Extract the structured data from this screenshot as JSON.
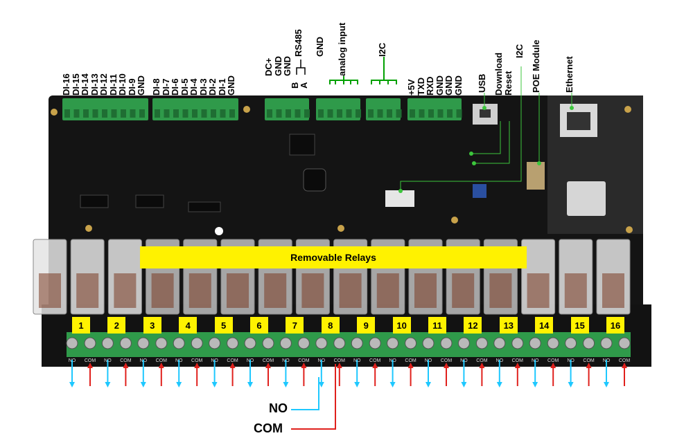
{
  "top_labels": {
    "di_high": [
      "DI-16",
      "DI-15",
      "DI-14",
      "DI-13",
      "DI-12",
      "DI-11",
      "DI-10",
      "DI-9",
      "GND"
    ],
    "di_low": [
      "DI-8",
      "DI-7",
      "DI-6",
      "DI-5",
      "DI-4",
      "DI-3",
      "DI-2",
      "DI-1",
      "GND"
    ],
    "power": [
      "DC+",
      "GND",
      "GND"
    ],
    "rs485": "RS485",
    "rs485_b": "B",
    "rs485_a": "A",
    "gnd": "GND",
    "analog": "analog input",
    "i2c_left": "I2C",
    "serial": [
      "+5V",
      "TXD",
      "RXD",
      "GND",
      "GND",
      "GND"
    ],
    "usb": "USB",
    "download": "Download",
    "reset": "Reset",
    "i2c_right": "I2C",
    "poe": "POE Module",
    "ethernet": "Ethernet"
  },
  "relay_banner": "Removable Relays",
  "relays": [
    "1",
    "2",
    "3",
    "4",
    "5",
    "6",
    "7",
    "8",
    "9",
    "10",
    "11",
    "12",
    "13",
    "14",
    "15",
    "16"
  ],
  "terminal_labels": {
    "no": "NO",
    "com": "COM"
  },
  "legend": {
    "no": "NO",
    "com": "COM"
  },
  "colors": {
    "no": "#1ec8ff",
    "com": "#e0201c",
    "highlight": "#fff200",
    "board": "#1c1c1c",
    "terminal": "#2f9a4a"
  }
}
